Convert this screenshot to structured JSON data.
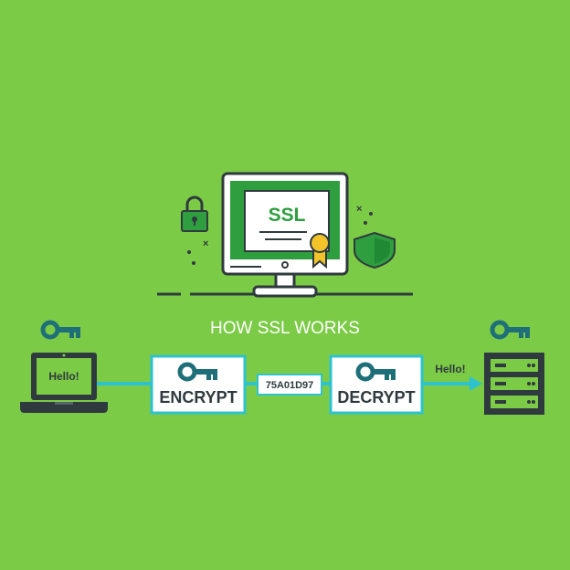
{
  "colors": {
    "background": "#7ccb46",
    "dark": "#2f3a3e",
    "teal": "#1f6f78",
    "cyan": "#2cc3cf",
    "green": "#2e9e3e",
    "gold": "#f3c42a",
    "white": "#ffffff"
  },
  "monitor": {
    "badge_text": "SSL"
  },
  "title": "HOW SSL WORKS",
  "laptop": {
    "screen_text": "Hello!"
  },
  "encrypt_box": {
    "label": "ENCRYPT"
  },
  "cipher_text": "75A01D97",
  "decrypt_box": {
    "label": "DECRYPT"
  },
  "output_text": "Hello!",
  "icons": [
    "padlock-icon",
    "shield-icon",
    "key-icon",
    "certificate-ribbon-icon",
    "laptop-icon",
    "server-icon",
    "arrow-right-icon"
  ]
}
